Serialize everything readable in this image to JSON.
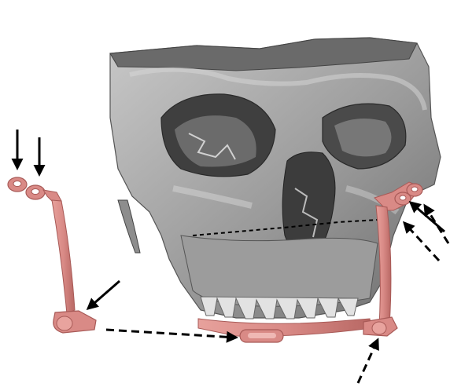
{
  "figure": {
    "background": "#ffffff",
    "colors": {
      "skull_light": "#b9b9b9",
      "skull_mid": "#8a8a8a",
      "skull_dark": "#4a4a4a",
      "splint": "#d98a86",
      "splint_dark": "#a85a57",
      "arrow": "#000000"
    },
    "icons": {
      "skull": "skull-3d-render",
      "left-guide": "left-surgical-guide",
      "right-guide": "right-surgical-guide",
      "occlusal-splint": "occlusal-splint",
      "osteotomy-line": "dashed-osteotomy-line",
      "arrows": "solid-and-dashed-arrows"
    }
  }
}
